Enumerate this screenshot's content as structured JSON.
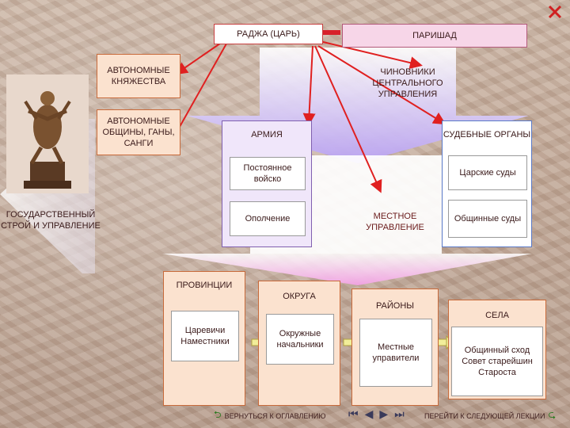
{
  "diagram": {
    "raja": "РАДЖА (ЦАРЬ)",
    "parishad": "ПАРИШАД",
    "autonomous_kingdoms": "АВТОНОМНЫЕ КНЯЖЕСТВА",
    "autonomous_communities": "АВТОНОМНЫЕ ОБЩИНЫ, ГАНЫ, САНГИ",
    "central_officials": "ЧИНОВНИКИ ЦЕНТРАЛЬНОГО УПРАВЛЕНИЯ",
    "army": "АРМИЯ",
    "standing_army": "Постоянное войско",
    "militia": "Ополчение",
    "judicial": "СУДЕБНЫЕ ОРГАНЫ",
    "royal_courts": "Царские суды",
    "community_courts": "Общинные суды",
    "local_gov": "МЕСТНОЕ УПРАВЛЕНИЕ",
    "state_title": "ГОСУДАРСТВЕННЫЙ СТРОЙ И УПРАВЛЕНИЕ",
    "provinces": "ПРОВИНЦИИ",
    "viceroys": "Царевичи Наместники",
    "districts": "ОКРУГА",
    "district_chiefs": "Окружные начальники",
    "regions": "РАЙОНЫ",
    "local_managers": "Местные управители",
    "villages": "СЕЛА",
    "village_body": "Общинный сход Совет старейшин Староста"
  },
  "nav": {
    "back_label": "ВЕРНУТЬСЯ К ОГЛАВЛЕНИЮ",
    "next_label": "ПЕРЕЙТИ К СЛЕДУЮЩЕЙ ЛЕКЦИИ"
  },
  "icons": {
    "close": "close-icon",
    "back": "return-arrow-icon",
    "first": "first-page-icon",
    "prev": "prev-page-icon",
    "next": "next-page-icon",
    "last": "last-page-icon",
    "forward": "forward-arrow-icon"
  },
  "colors": {
    "accent_red": "#d8202a",
    "arrow_red": "#e02020",
    "pink_box": "#f7d6e8",
    "peach_box": "#fbe2cf",
    "lavender": "#b7a0f0"
  }
}
